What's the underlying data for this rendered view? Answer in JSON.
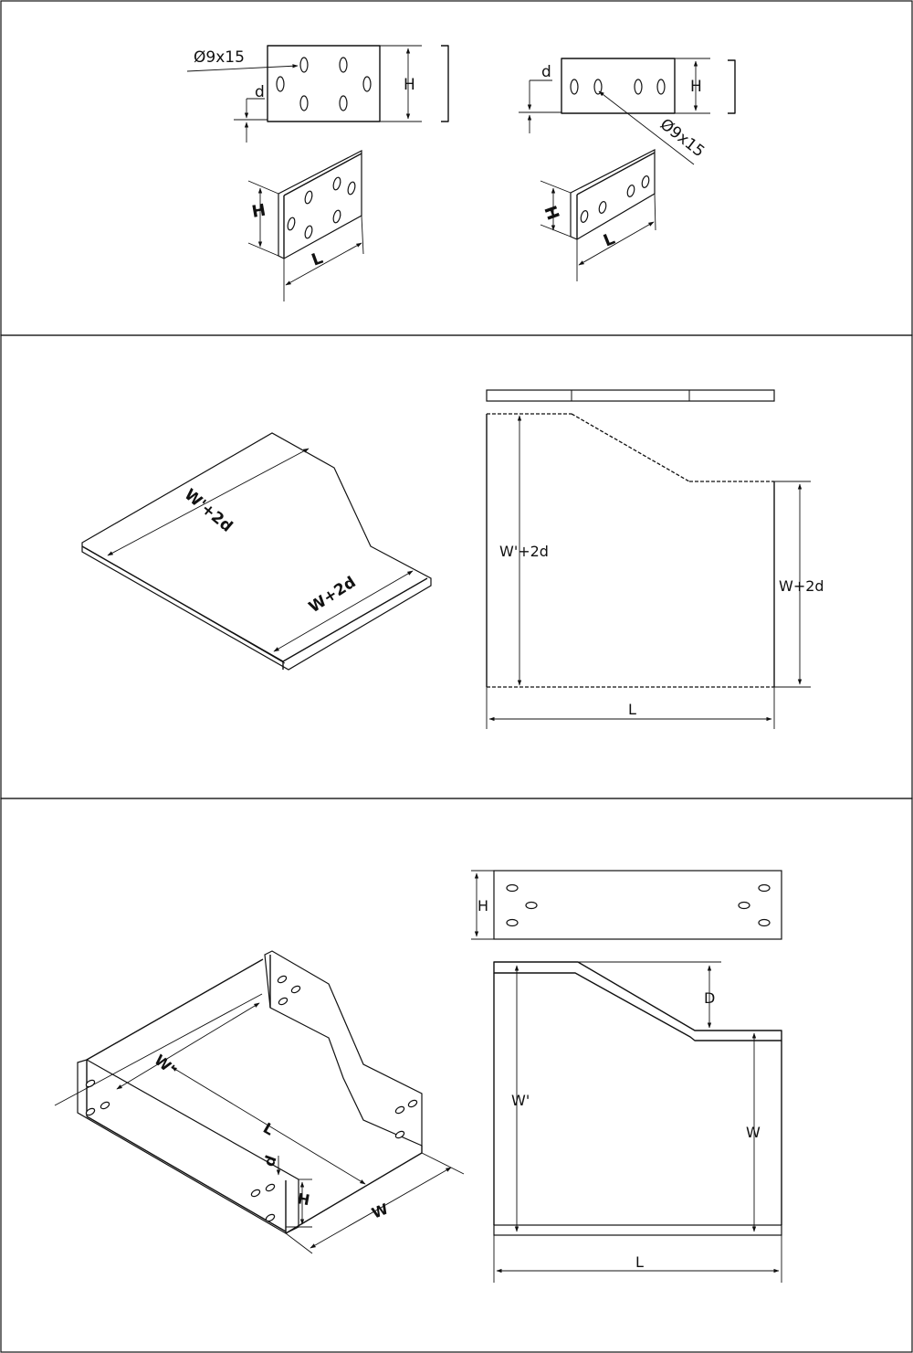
{
  "panel1": {
    "front_left": {
      "hole_label": "Ø9x15",
      "d_label": "d",
      "h_label": "H"
    },
    "front_right": {
      "hole_label": "Ø9x15",
      "d_label": "d",
      "h_label": "H"
    },
    "iso_left": {
      "h_label": "H",
      "l_label": "L"
    },
    "iso_right": {
      "h_label": "H",
      "l_label": "L"
    }
  },
  "panel2": {
    "iso": {
      "wide_label": "W'+2d",
      "narrow_label": "W+2d"
    },
    "plan": {
      "wide_label": "W'+2d",
      "narrow_label": "W+2d",
      "length_label": "L"
    }
  },
  "panel3": {
    "iso": {
      "wide_label": "W'",
      "length_label": "L",
      "d_label": "d",
      "h_label": "H",
      "narrow_label": "W"
    },
    "side": {
      "h_label": "H"
    },
    "plan": {
      "offset_label": "D",
      "wide_label": "W'",
      "narrow_label": "W",
      "length_label": "L"
    }
  }
}
